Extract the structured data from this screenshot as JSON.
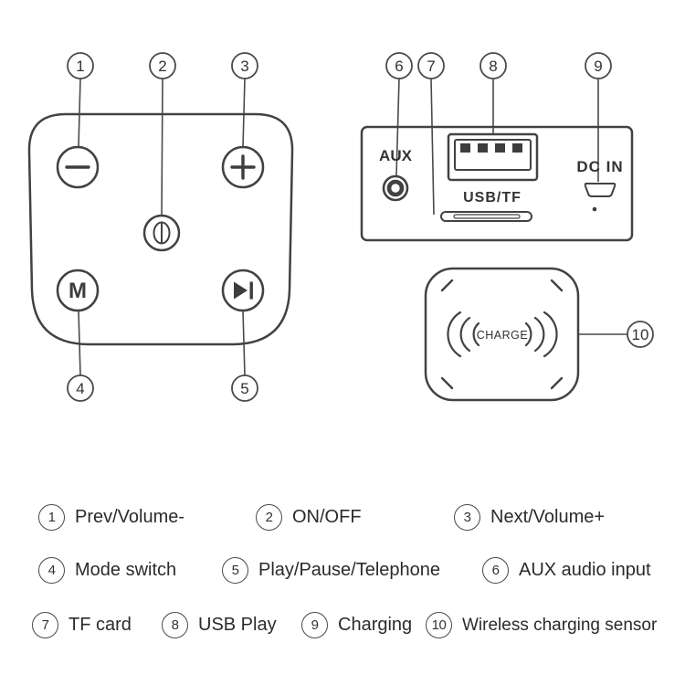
{
  "callouts": [
    "1",
    "2",
    "3",
    "4",
    "5",
    "6",
    "7",
    "8",
    "9",
    "10"
  ],
  "device_panel": {
    "mode_label": "M"
  },
  "ports_panel": {
    "aux_label": "AUX",
    "usb_tf_label": "USB/TF",
    "dc_in_label": "DC IN"
  },
  "charge_pad": {
    "label": "CHARGE"
  },
  "legend": {
    "items": [
      {
        "num": "1",
        "label": "Prev/Volume-"
      },
      {
        "num": "2",
        "label": "ON/OFF"
      },
      {
        "num": "3",
        "label": "Next/Volume+"
      },
      {
        "num": "4",
        "label": "Mode switch"
      },
      {
        "num": "5",
        "label": "Play/Pause/Telephone"
      },
      {
        "num": "6",
        "label": "AUX audio input"
      },
      {
        "num": "7",
        "label": "TF card"
      },
      {
        "num": "8",
        "label": "USB Play"
      },
      {
        "num": "9",
        "label": "Charging"
      },
      {
        "num": "10",
        "label": "Wireless charging sensor"
      }
    ]
  },
  "colors": {
    "line": "#424242",
    "text": "#2b2b2b"
  }
}
